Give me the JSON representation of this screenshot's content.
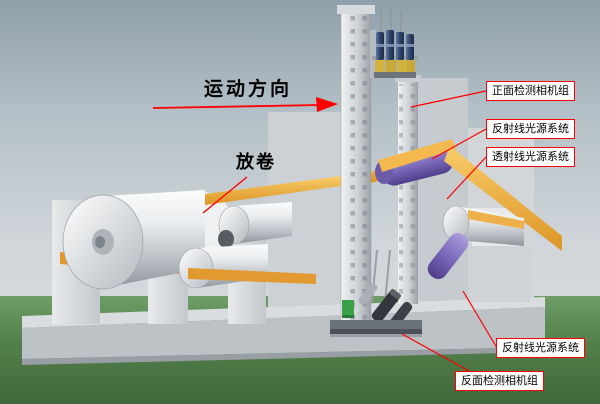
{
  "annotations": {
    "motion_direction": "运动方向",
    "unwind": "放卷",
    "callouts": [
      {
        "id": "front-camera-group",
        "label": "正面检测相机组"
      },
      {
        "id": "reflect-light-top",
        "label": "反射线光源系统"
      },
      {
        "id": "transmit-light",
        "label": "透射线光源系统"
      },
      {
        "id": "reflect-light-bottom",
        "label": "反射线光源系统"
      },
      {
        "id": "back-camera-group",
        "label": "反面检测相机组"
      }
    ]
  },
  "colors": {
    "annotation_red": "#fe0000",
    "web_orange": "#e2992f",
    "floor_green": "#527f4a",
    "machine_gray": "#ced3d6",
    "roller_purple": "#7b69ba",
    "camera_blue": "#2e4268"
  }
}
